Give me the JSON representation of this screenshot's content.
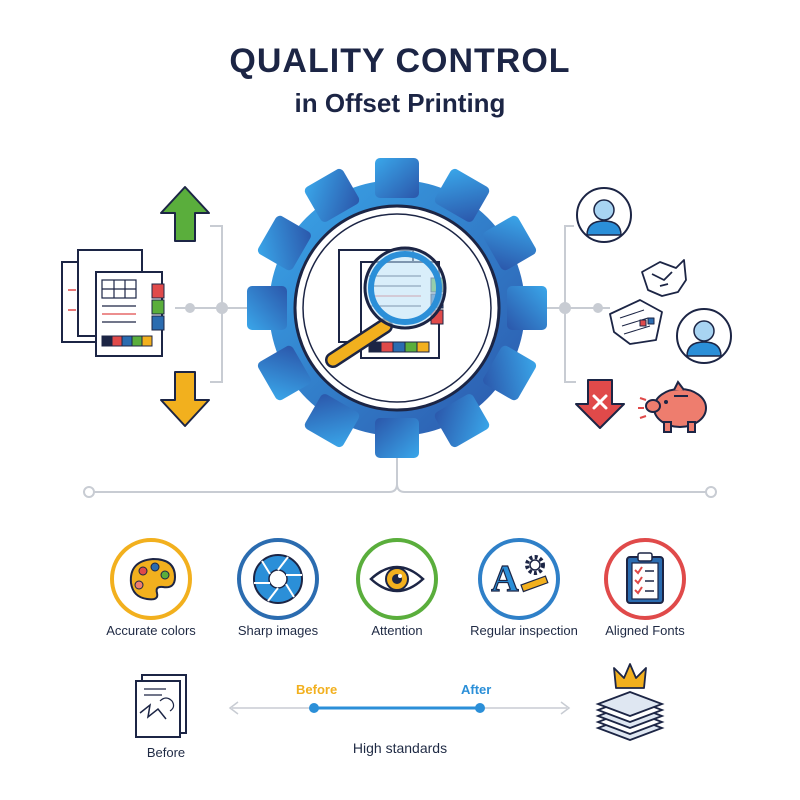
{
  "header": {
    "title": "QUALITY CONTROL",
    "subtitle": "in Offset Printing"
  },
  "features": [
    {
      "label": "Accurate colors",
      "icon": "palette-icon",
      "color": "#f2b01e"
    },
    {
      "label": "Sharp images",
      "icon": "camera-aperture-icon",
      "color": "#2b6cb0"
    },
    {
      "label": "Attention",
      "icon": "eye-icon",
      "color": "#5aae3c"
    },
    {
      "label": "Regular inspection",
      "icon": "font-gear-icon",
      "color": "#2f80c8"
    },
    {
      "label": "Aligned Fonts",
      "icon": "clipboard-checklist-icon",
      "color": "#e04a4a"
    }
  ],
  "timeline": {
    "before_top": "Before",
    "after_top": "After",
    "before_bottom": "Before",
    "caption": "High standards"
  },
  "colors": {
    "gear_dark": "#2b5fb3",
    "gear_light": "#3aa3e6",
    "arrow_up": "#5aae3c",
    "arrow_down": "#f2b01e",
    "arrow_red": "#e04a4a",
    "piggy": "#ee7d6e"
  }
}
